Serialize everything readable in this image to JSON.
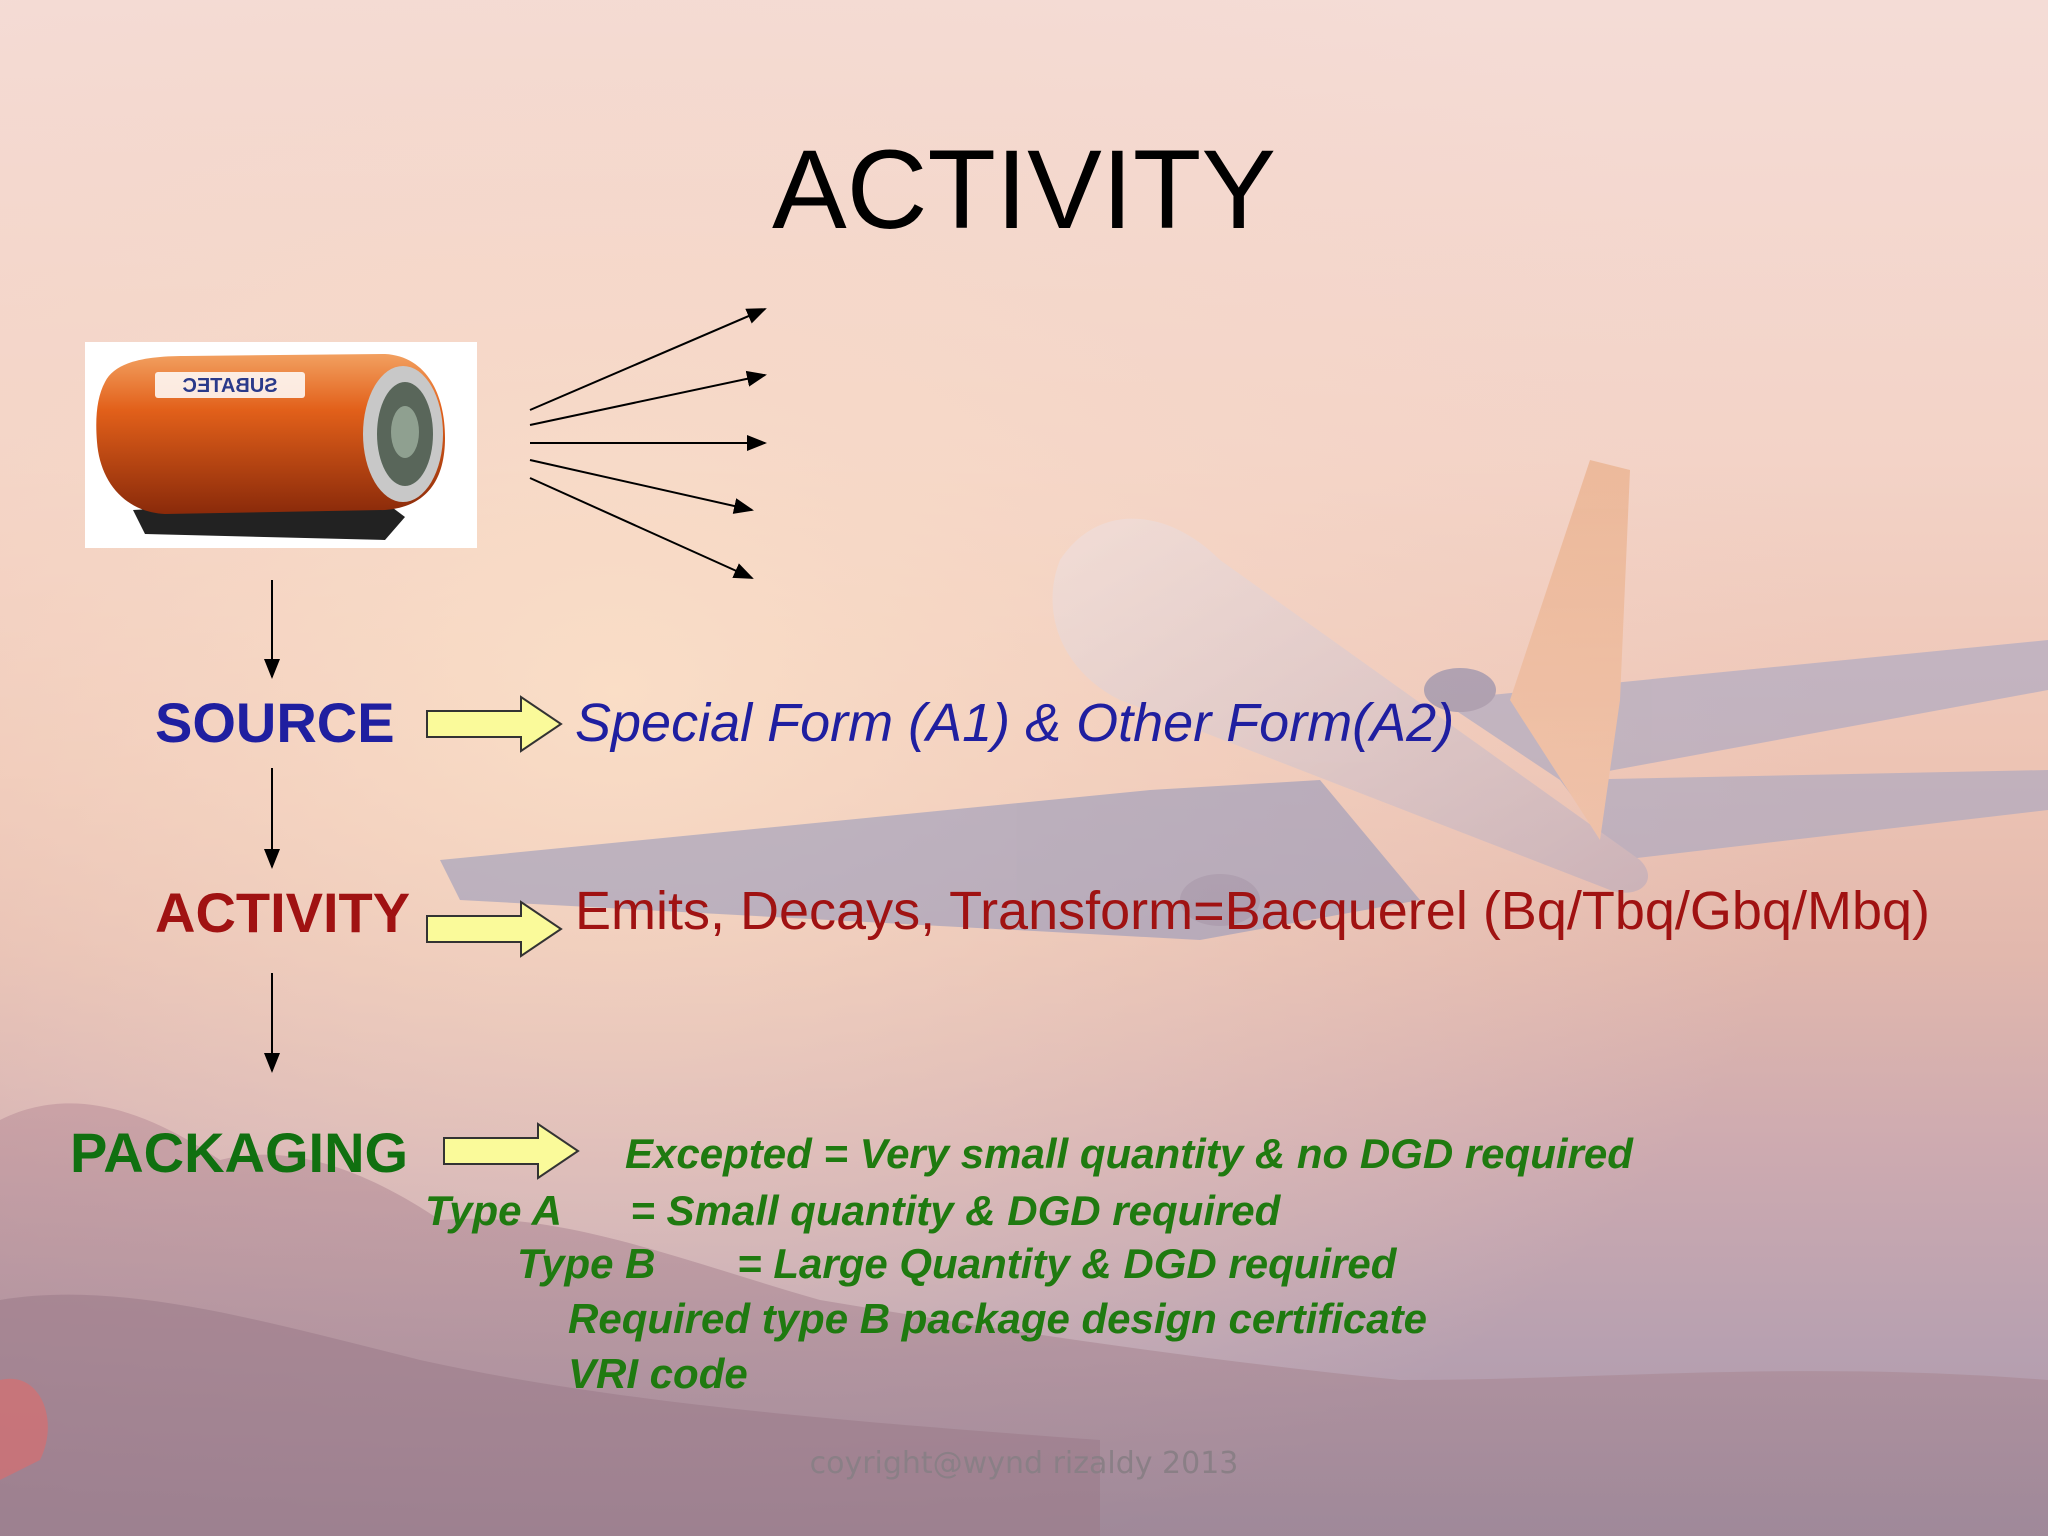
{
  "slide": {
    "title": "ACTIVITY",
    "source": {
      "label": "SOURCE",
      "text": "Special Form (A1) & Other Form(A2)",
      "label_color": "#1f1fa0",
      "text_color": "#1f1fa0"
    },
    "activity": {
      "label": "ACTIVITY",
      "text": "Emits, Decays, Transform=Bacquerel (Bq/Tbq/Gbq/Mbq)",
      "label_color": "#a01212",
      "text_color": "#a01212"
    },
    "packaging": {
      "label": "PACKAGING",
      "label_color": "#107010",
      "text_color": "#1f7a10",
      "lines": [
        "Excepted = Very small quantity & no DGD required",
        "Type A      = Small quantity & DGD required",
        "Type B       = Large Quantity & DGD required",
        "Required type B package design certificate",
        "VRI code"
      ]
    },
    "device_label": "SUBATEC",
    "footer": "coyright@wynd rizaldy 2013",
    "colors": {
      "arrow_fill": "#fafa9a",
      "arrow_stroke": "#333333"
    },
    "icons": [
      "radiation-source-device-icon",
      "airplane-background",
      "block-arrow-icon",
      "down-arrow-icon"
    ]
  }
}
